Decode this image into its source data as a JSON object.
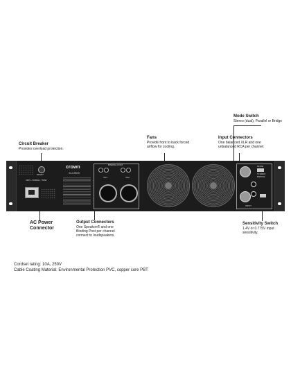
{
  "callouts": {
    "mode_switch": {
      "title": "Mode Switch",
      "body": "Stereo (dual), Parallel or Bridge"
    },
    "circuit_breaker": {
      "title": "Circuit Breaker",
      "body": "Provides overload protection."
    },
    "fans": {
      "title": "Fans",
      "body": "Provide front to back forced airflow for cooling."
    },
    "input_connectors": {
      "title": "Input Connectors",
      "body": "One balanced XLR and one unbalanced RCA per channel."
    },
    "ac_power": {
      "title": "AC Power Connector"
    },
    "output_connectors": {
      "title": "Output Connectors",
      "body": "One Speakon® and one Binding Post per channel connect to loudspeakers."
    },
    "sensitivity_switch": {
      "title": "Sensitivity Switch",
      "body": "1.4V or 0.775V input sensitivity."
    }
  },
  "panel": {
    "brand": "crown",
    "model": "XLi 2500",
    "reset_label": "RESET",
    "voltage_label": "230V~ 50/60Hz, 750W",
    "ch1_label": "CH1",
    "ch2_label": "CH2",
    "binding_label": "BINDING POST",
    "mode_label": "MODE",
    "stereo_label": "STEREO",
    "bridge_label": "BRIDGE",
    "input_label": "INPUT"
  },
  "specs": {
    "cordset": "Cordset rating: 10A, 250V",
    "coating": "Cable Coating Material: Environmental Protection PVC, copper core PBT"
  }
}
